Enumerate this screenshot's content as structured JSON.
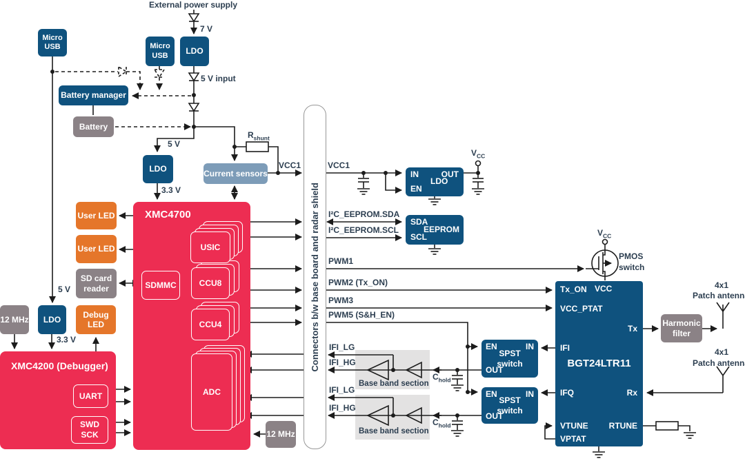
{
  "diagram": {
    "labels": {
      "external_power": "External power supply",
      "v7": "7 V",
      "v5_input": "5 V input",
      "v5_mid": "5 V",
      "v33_mid": "3.3 V",
      "v5_left": "5 V",
      "v33_left": "3.3 V"
    },
    "blocks": {
      "micro_usb_left": "Micro USB",
      "micro_usb_mid": "Micro USB",
      "ldo_top": "LDO",
      "battery_manager": "Battery manager",
      "battery": "Battery",
      "ldo_mid": "LDO",
      "current_sensors": "Current sensors",
      "user_led1": "User LED",
      "user_led2": "User LED",
      "sd_card_reader": "SD card reader",
      "debug_led": "Debug LED",
      "osc_12mhz_left": "12 MHz",
      "ldo_left": "LDO",
      "osc_12mhz_right": "12 MHz",
      "harmonic_filter": "Harmonic filter"
    },
    "xmc4700": {
      "title": "XMC4700",
      "usic": "USIC",
      "sdmmc": "SDMMC",
      "ccu8": "CCU8",
      "ccu4": "CCU4",
      "adc": "ADC"
    },
    "xmc4200": {
      "title": "XMC4200 (Debugger)",
      "uart": "UART",
      "swd": "SWD",
      "sck": "SCK"
    },
    "connector_label": "Connectors b/w base board and radar shield",
    "signals": {
      "vcc1": "VCC1",
      "sda": "I²C_EEPROM.SDA",
      "scl": "I²C_EEPROM.SCL",
      "pwm1": "PWM1",
      "pwm2": "PWM2 (Tx_ON)",
      "pwm3": "PWM3",
      "pwm5": "PWM5 (S&H_EN)",
      "ifi_lg": "IFI_LG",
      "ifi_hg": "IFI_HG"
    },
    "sub_labels": {
      "rshunt": {
        "main": "R",
        "sub": "shunt"
      },
      "chold": {
        "main": "C",
        "sub": "hold"
      },
      "vcc": {
        "main": "V",
        "sub": "CC"
      }
    },
    "right": {
      "ldo": {
        "in": "IN",
        "en": "EN",
        "out": "OUT",
        "name": "LDO"
      },
      "eeprom": {
        "sda": "SDA",
        "scl": "SCL",
        "name": "EEPROM"
      },
      "pmos": {
        "line1": "PMOS",
        "line2": "switch"
      },
      "spst": {
        "en": "EN",
        "in": "IN",
        "out": "OUT",
        "line1": "SPST",
        "line2": "switch"
      },
      "baseband": "Base band section",
      "bgt": {
        "title": "BGT24LTR11",
        "tx_on": "Tx_ON",
        "vcc": "VCC",
        "vcc_ptat": "VCC_PTAT",
        "ifi": "IFI",
        "ifq": "IFQ",
        "vtune": "VTUNE",
        "vptat": "VPTAT",
        "tx": "Tx",
        "rx": "Rx",
        "rtune": "RTUNE"
      },
      "antenna_rows": "4x1",
      "antenna_name": "Patch antenna"
    },
    "colors": {
      "dark_blue": "#0f527e",
      "red": "#ed2d52",
      "orange": "#e5762a",
      "gray": "#8b8286",
      "light_blue": "#7d9cb8",
      "baseband_gray": "#e3e2e2"
    }
  }
}
